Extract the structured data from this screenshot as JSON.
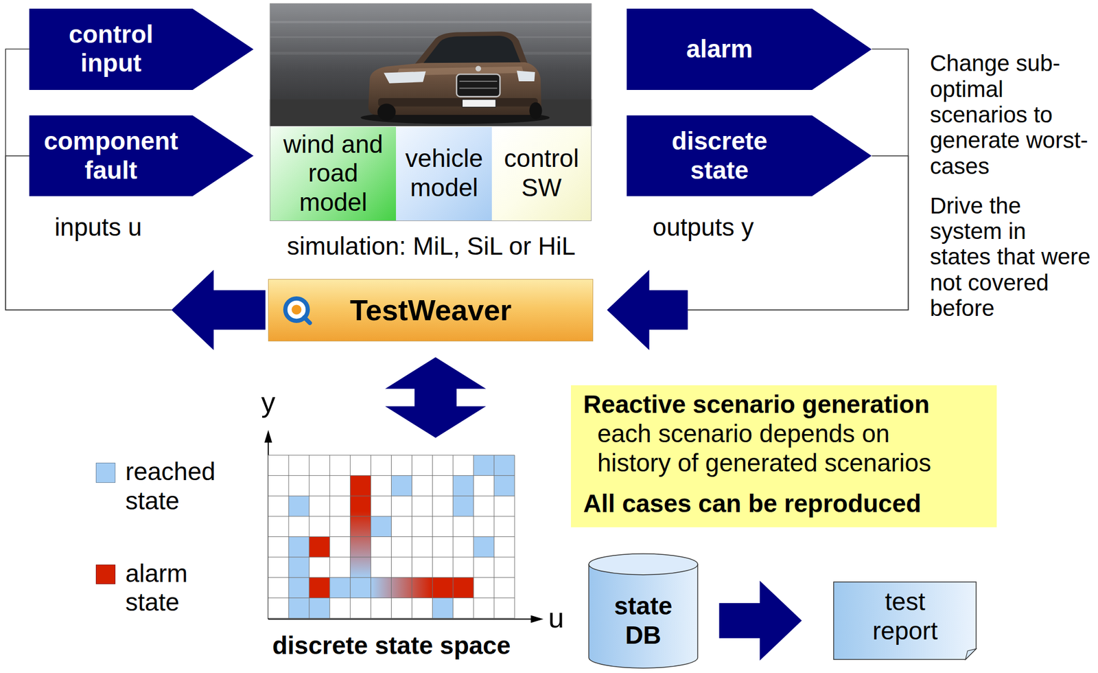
{
  "diagram": {
    "nodes": [
      {
        "text": [
          "control input"
        ]
      },
      {
        "text": [
          "component fault"
        ]
      },
      {
        "text": [
          "simulation: MiL, SiL or HiL"
        ]
      },
      {
        "text": [
          "wind and road model"
        ],
        "in": 2
      },
      {
        "text": [
          "vehicle model"
        ],
        "in": 2
      },
      {
        "text": [
          "control SW"
        ],
        "in": 2
      },
      {
        "text": [
          "alarm"
        ]
      },
      {
        "text": [
          "discrete state"
        ]
      },
      {
        "text": [
          "TestWeaver"
        ]
      },
      {
        "text": [
          "discrete state space"
        ]
      },
      {
        "text": [
          "Reactive scenario generation",
          "each scenario depends on history of generated scenarios",
          "All cases can be reproduced"
        ]
      },
      {
        "text": [
          "state DB"
        ]
      },
      {
        "text": [
          "test report"
        ]
      }
    ],
    "edges": [
      {
        "from": 6,
        "to": 8,
        "arrow": "to"
      },
      {
        "from": 7,
        "to": 8,
        "arrow": "to"
      },
      {
        "from": 8,
        "to": 0,
        "arrow": "to"
      },
      {
        "from": 8,
        "to": 1,
        "arrow": "to"
      },
      {
        "from": 8,
        "to": 9,
        "arrow": "both"
      },
      {
        "from": 11,
        "to": 12,
        "arrow": "to"
      }
    ],
    "labels": [
      "inputs u",
      "outputs y",
      "Change sub-optimal scenarios to generate worst-cases",
      "Drive the system in states that were not covered before",
      "y",
      "u"
    ],
    "legend": [
      {
        "text": "reached state",
        "color": "#a4cdf4"
      },
      {
        "text": "alarm state",
        "color": "#d42000"
      }
    ]
  }
}
